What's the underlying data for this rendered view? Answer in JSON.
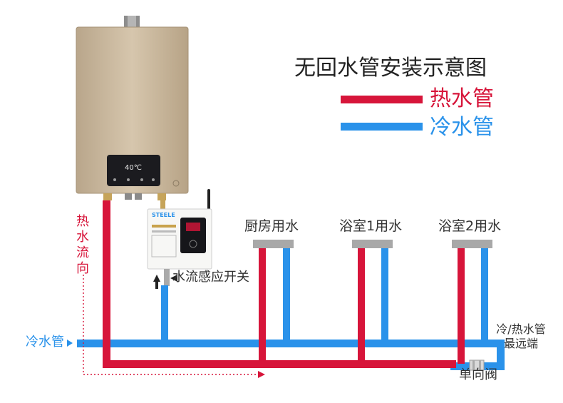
{
  "diagram": {
    "title": "无回水管安装示意图",
    "legend": {
      "hot_label": "热水管",
      "cold_label": "冷水管"
    },
    "hot_flow_label": "热水流向",
    "outlets": [
      {
        "label": "厨房用水"
      },
      {
        "label": "浴室1用水"
      },
      {
        "label": "浴室2用水"
      }
    ],
    "cold_inlet_label": "冷水管",
    "sensor_label": "水流感应开关",
    "far_end_label": "冷/热水管 最远端",
    "check_valve_label": "单向阀",
    "heater_display": "40℃",
    "controller_brand": "STEELE"
  },
  "colors": {
    "hot_pipe": "#d7153a",
    "cold_pipe": "#2a92ea",
    "heater_body": "#c9b79c",
    "panel": "#1b1b1f"
  }
}
